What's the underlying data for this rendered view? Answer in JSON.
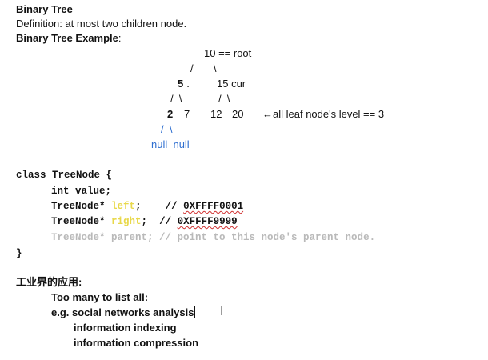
{
  "heading": "Binary Tree",
  "definition": "Definition: at most two children node.",
  "example_heading": "Binary Tree Example",
  "example_colon": ":",
  "tree": {
    "row1": "10 == root",
    "row2": "/       \\",
    "node5": "5",
    "node5_dot": ".",
    "row3_right": "15 cur",
    "row4_left": "/  \\",
    "row4_right": "/  \\",
    "node2": "2",
    "node7": "7",
    "node12": "12",
    "node20": "20",
    "leaf_note": "←all leaf node's level == 3",
    "row6": "/  \\",
    "nulls": "null  null"
  },
  "code": {
    "line1": "class TreeNode {",
    "line2": "int value;",
    "line3_type": "TreeNode*",
    "line3_name": "left",
    "line3_semicolon": ";",
    "line3_comment_prefix": "// ",
    "line3_comment_value": "0XFFFF0001",
    "line4_type": "TreeNode*",
    "line4_name": "right",
    "line4_semicolon": ";",
    "line4_comment_prefix": "// ",
    "line4_comment_value": "0XFFFF9999",
    "line5": "TreeNode* parent; // point to this node's parent node.",
    "line6": "}"
  },
  "applications": {
    "heading": "工业界的应用:",
    "item1": "Too many to list all:",
    "item2": "e.g. social networks analysis",
    "item3": "information indexing",
    "item4": "information compression"
  },
  "colors": {
    "highlight": "#e8d84a",
    "null_blue": "#2f6fd0",
    "comment_gray": "#b9b9b9",
    "spellcheck_red": "#d03030"
  },
  "icons": [
    "text-cursor-icon"
  ]
}
